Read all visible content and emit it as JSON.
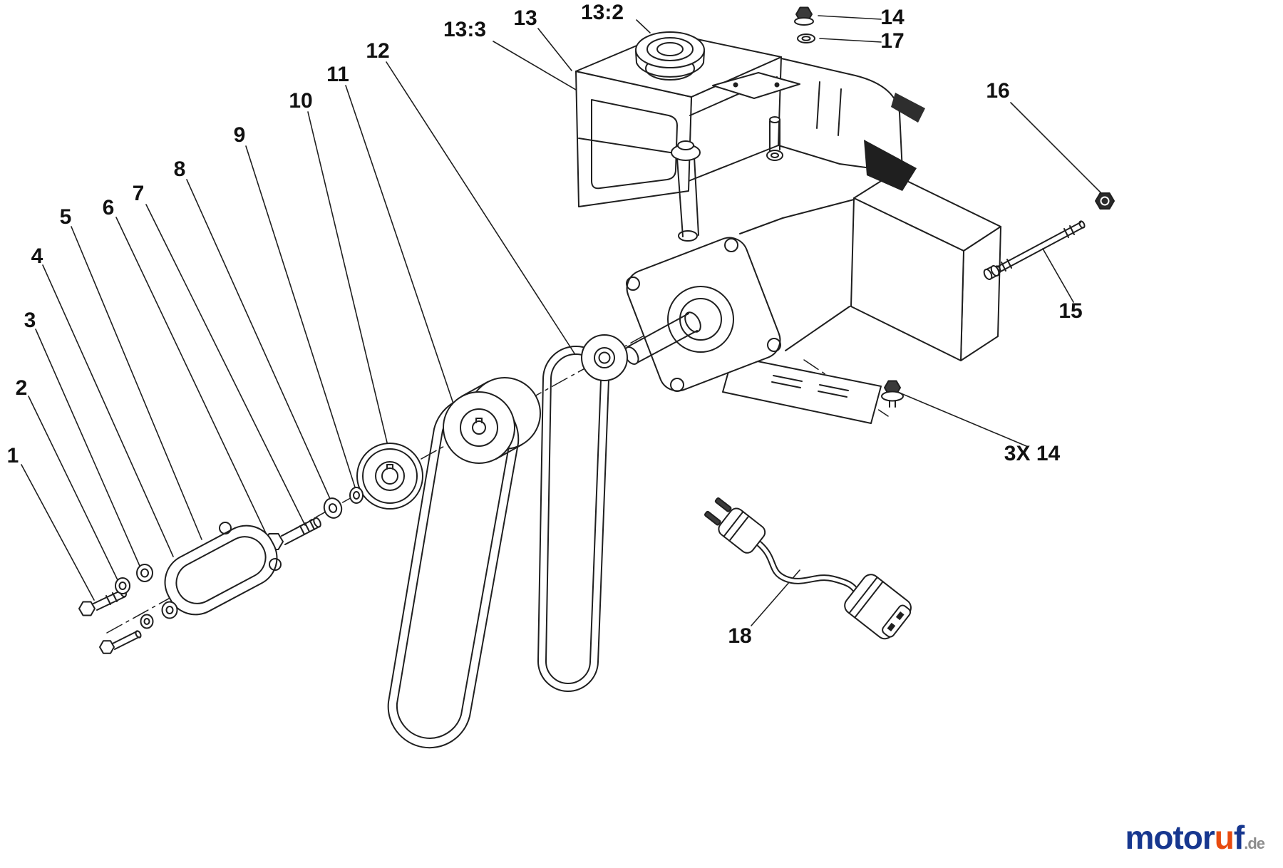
{
  "diagram": {
    "description": "Exploded parts diagram of snow thrower engine, pulleys, belts and hardware",
    "line_color": "#1f1f1f"
  },
  "callouts": [
    {
      "id": "1",
      "text": "1"
    },
    {
      "id": "2",
      "text": "2"
    },
    {
      "id": "3",
      "text": "3"
    },
    {
      "id": "4",
      "text": "4"
    },
    {
      "id": "5",
      "text": "5"
    },
    {
      "id": "6",
      "text": "6"
    },
    {
      "id": "7",
      "text": "7"
    },
    {
      "id": "8",
      "text": "8"
    },
    {
      "id": "9",
      "text": "9"
    },
    {
      "id": "10",
      "text": "10"
    },
    {
      "id": "11",
      "text": "11"
    },
    {
      "id": "12",
      "text": "12"
    },
    {
      "id": "13-3",
      "text": "13:3"
    },
    {
      "id": "13",
      "text": "13"
    },
    {
      "id": "13-2",
      "text": "13:2"
    },
    {
      "id": "14",
      "text": "14"
    },
    {
      "id": "17",
      "text": "17"
    },
    {
      "id": "16",
      "text": "16"
    },
    {
      "id": "15",
      "text": "15"
    },
    {
      "id": "3x14",
      "text": "3X 14"
    },
    {
      "id": "18",
      "text": "18"
    }
  ],
  "logo": {
    "word_start": "motor",
    "accent_letter": "u",
    "word_end": "f",
    "domain": ".de",
    "color_primary": "#17378f",
    "color_accent": "#e84b0f",
    "color_domain": "#8c8c8c"
  }
}
